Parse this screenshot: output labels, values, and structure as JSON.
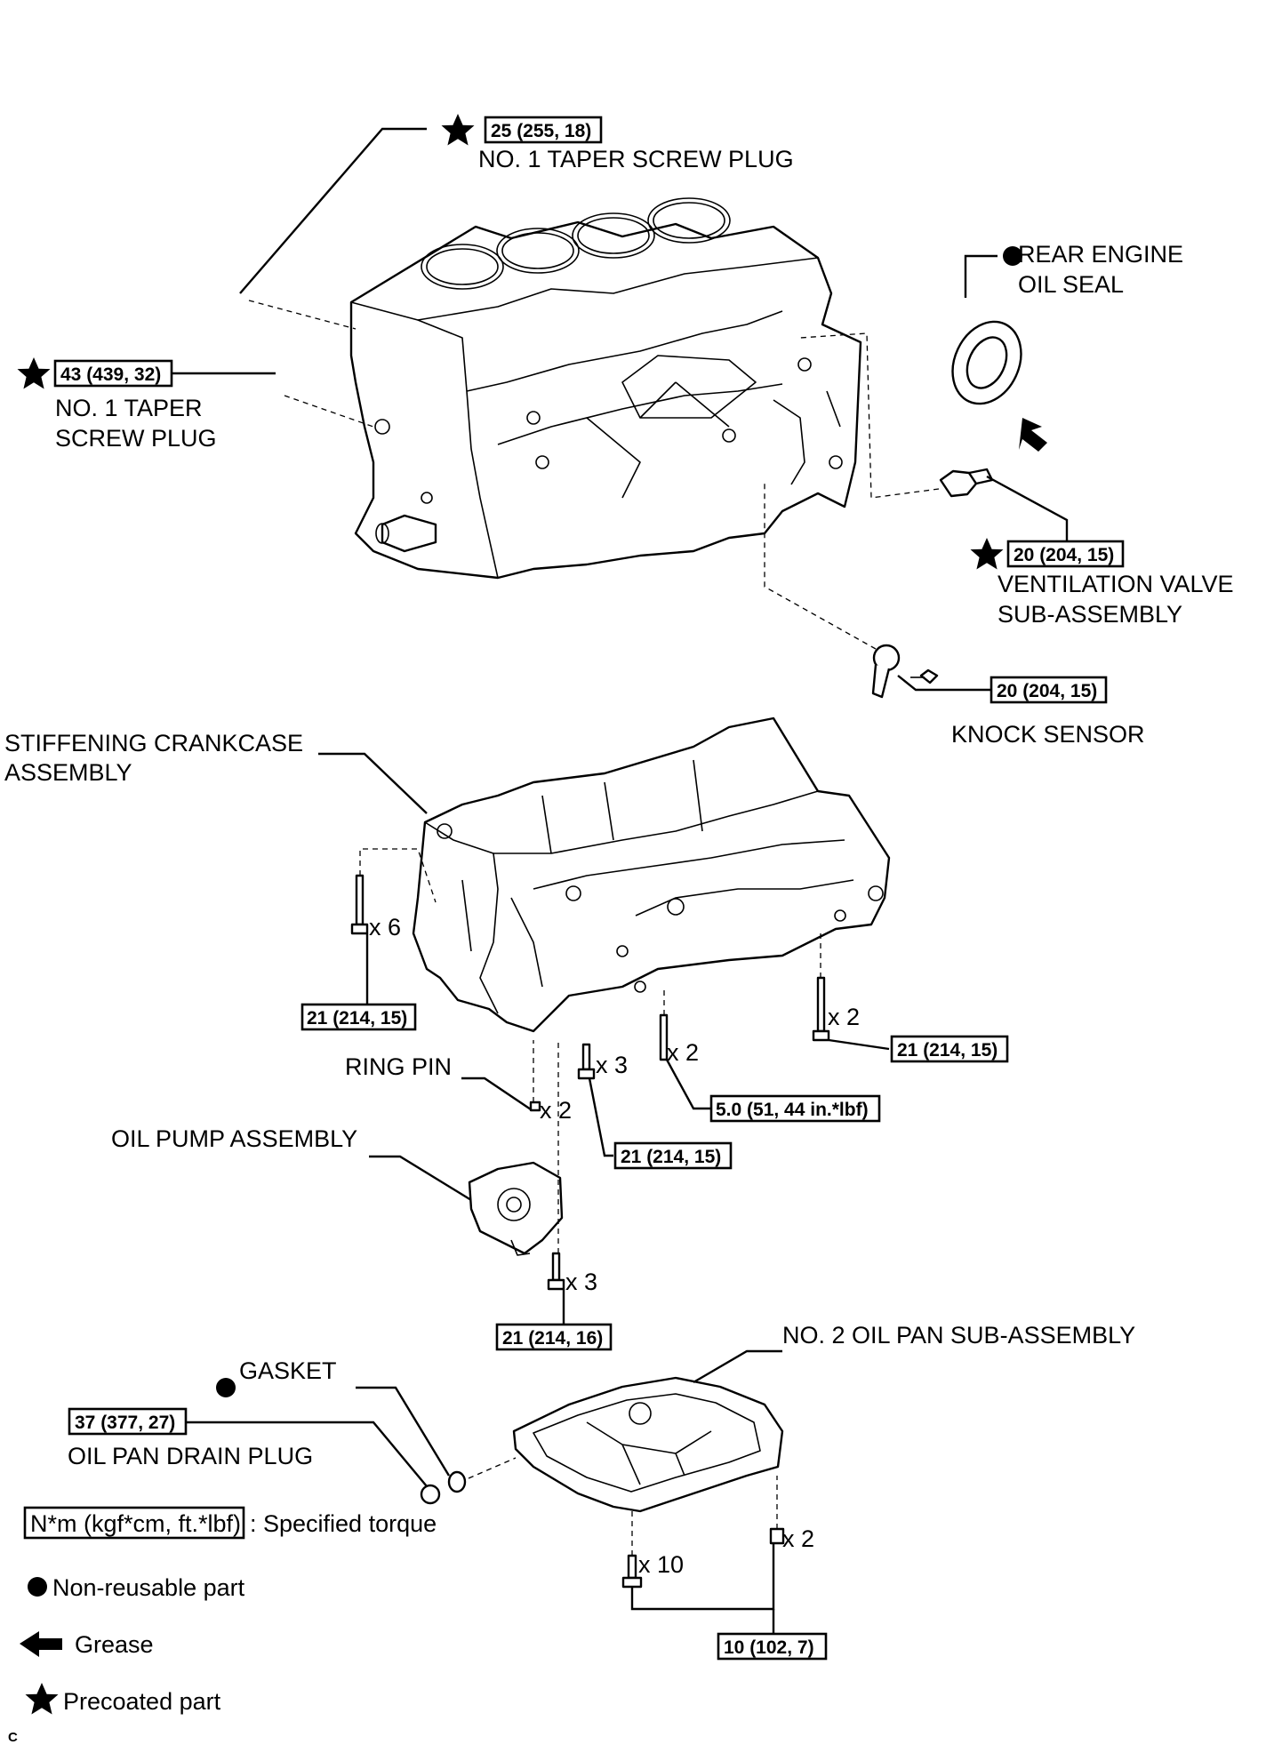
{
  "torque_specs": {
    "taper_plug_top": "25 (255, 18)",
    "taper_plug_left": "43 (439, 32)",
    "ventilation_valve": "20 (204, 15)",
    "knock_sensor": "20 (204, 15)",
    "crankcase_bolts_left": "21 (214, 15)",
    "crankcase_bolts_right": "21 (214, 15)",
    "crankcase_bolts_mid": "21 (214, 15)",
    "stud_bolts": "5.0 (51, 44 in.*lbf)",
    "oil_pump_bolts": "21 (214, 16)",
    "drain_plug": "37 (377, 27)",
    "oil_pan_bolts": "10 (102, 7)"
  },
  "labels": {
    "taper_plug_top": "NO. 1 TAPER SCREW PLUG",
    "taper_plug_left_1": "NO. 1 TAPER",
    "taper_plug_left_2": "SCREW PLUG",
    "rear_seal_1": "REAR ENGINE",
    "rear_seal_2": "OIL SEAL",
    "vent_valve_1": "VENTILATION VALVE",
    "vent_valve_2": "SUB-ASSEMBLY",
    "knock_sensor": "KNOCK SENSOR",
    "crankcase_1": "STIFFENING CRANKCASE",
    "crankcase_2": "ASSEMBLY",
    "ring_pin": "RING PIN",
    "oil_pump": "OIL PUMP ASSEMBLY",
    "oil_pan": "NO. 2 OIL PAN SUB-ASSEMBLY",
    "gasket": "GASKET",
    "drain_plug": "OIL PAN DRAIN PLUG"
  },
  "quantities": {
    "crankcase_left": "x 6",
    "crankcase_right": "x 2",
    "crankcase_mid": "x 3",
    "stud_bolts": "x 2",
    "ring_pin": "x 2",
    "oil_pump_bolts": "x 3",
    "oil_pan_bolts": "x 10",
    "oil_pan_studs": "x 2"
  },
  "legend": {
    "torque_box": "N*m (kgf*cm, ft.*lbf)",
    "torque_text": ": Specified torque",
    "non_reusable": "Non-reusable part",
    "grease": "Grease",
    "precoated": "Precoated part"
  },
  "footer_mark": "C",
  "colors": {
    "ink": "#000000",
    "paper": "#ffffff"
  }
}
